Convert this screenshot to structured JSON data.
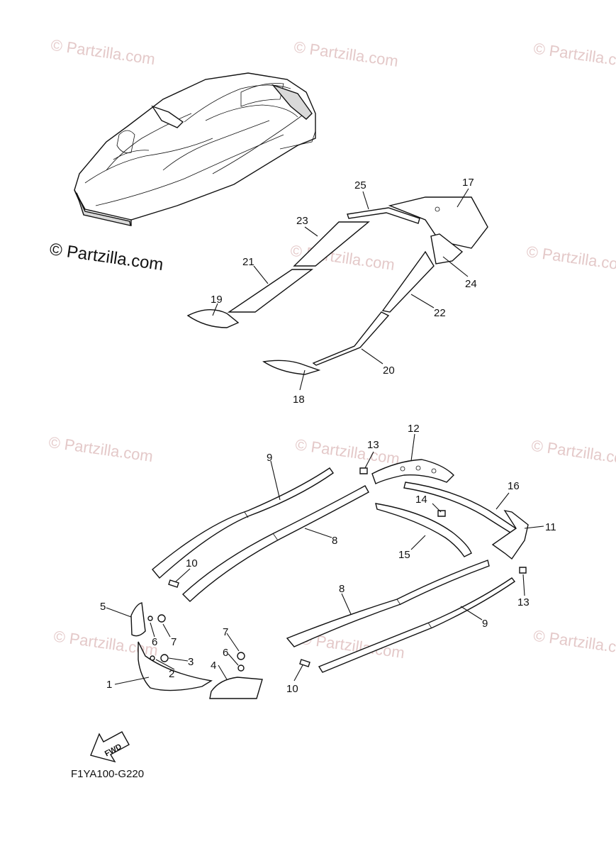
{
  "watermark": {
    "text": "© Partzilla.com"
  },
  "copyright_text": "© Partzilla.com",
  "diagram_code": "F1YA100-G220",
  "fwd_arrow_label": "FWD",
  "callouts": {
    "c1": "1",
    "c2": "2",
    "c3": "3",
    "c4": "4",
    "c5": "5",
    "c6a": "6",
    "c6b": "6",
    "c7a": "7",
    "c7b": "7",
    "c8a": "8",
    "c8b": "8",
    "c9a": "9",
    "c9b": "9",
    "c10a": "10",
    "c10b": "10",
    "c11": "11",
    "c12": "12",
    "c13a": "13",
    "c13b": "13",
    "c14": "14",
    "c15": "15",
    "c16": "16",
    "c17": "17",
    "c18": "18",
    "c19": "19",
    "c20": "20",
    "c21": "21",
    "c22": "22",
    "c23": "23",
    "c24": "24",
    "c25": "25"
  }
}
